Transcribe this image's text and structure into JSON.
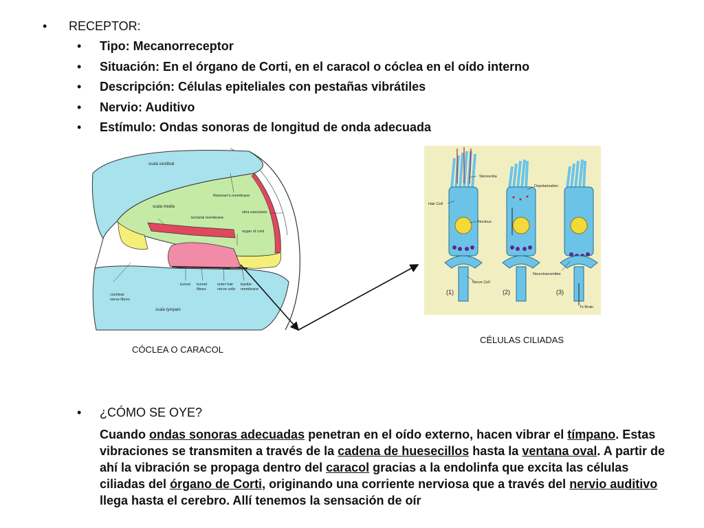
{
  "receptor": {
    "bullet": "•",
    "label": "RECEPTOR:"
  },
  "details": [
    {
      "bullet": "•",
      "text": "Tipo: Mecanorreceptor"
    },
    {
      "bullet": "•",
      "text": "Situación: En el órgano de Corti, en el caracol o cóclea en el oído interno"
    },
    {
      "bullet": "•",
      "text": "Descripción: Células epiteliales con pestañas vibrátiles"
    },
    {
      "bullet": "•",
      "text": "Nervio: Auditivo"
    },
    {
      "bullet": "•",
      "text": "Estímulo: Ondas sonoras de longitud de onda adecuada"
    }
  ],
  "cochlea_figure": {
    "caption": "CÓCLEA O CARACOL",
    "labels": {
      "scala_vestibuli": "scala vestibuli",
      "reissners_membrane": "Reissner's membrane",
      "scala_media": "scala media",
      "stria_vascularis": "stria vascularis",
      "tectorial_membrane": "tectorial membrane",
      "organ_of_corti": "organ of corti",
      "tunnel": "tunnel",
      "tunnel_fibres_1": "tunnel",
      "tunnel_fibres_2": "fibres",
      "outer_hair_1": "outer hair",
      "outer_hair_2": "nerve cells",
      "basilar_1": "basilar",
      "basilar_2": "membrane",
      "cochlear_1": "cochlear",
      "cochlear_2": "nerve fibres",
      "scala_tympani": "scala tympani"
    },
    "colors": {
      "cyan": "#a8e2ec",
      "green": "#c5eaa6",
      "pink": "#f28ba8",
      "red": "#e0485e",
      "yellow": "#f5ef7a"
    }
  },
  "hair_cells_figure": {
    "caption": "CÉLULAS CILIADAS",
    "labels": {
      "stereocilia": "Stereocilia",
      "depolarization": "Depolarization",
      "hair_cell": "Hair Cell",
      "nucleus": "Nucleus",
      "nerve_cell": "Nerve Cell",
      "neurotransmitter": "Neurotransmitter",
      "to_brain": "To Brain",
      "n1": "(1)",
      "n2": "(2)",
      "n3": "(3)"
    },
    "colors": {
      "background": "#f1efc2",
      "cell": "#6cc3e8",
      "nucleus": "#f3d93a",
      "vesicle": "#5a2a86",
      "stimulus": "#b81e2e"
    }
  },
  "how": {
    "bullet": "•",
    "question": "¿CÓMO SE OYE?"
  },
  "paragraph": {
    "p1": "Cuando ",
    "u1": "ondas sonoras adecuadas",
    "p2": " penetran en el oído externo, hacen  vibrar el ",
    "u2": "tímpano",
    "p3": ". Estas vibraciones se transmiten a través de la ",
    "u3": "cadena de huesecillos",
    "p4": " hasta la ",
    "u4": "ventana  oval",
    "p5": ". A partir de ahí la vibración se propaga dentro del ",
    "u5": "caracol",
    "p6": " gracias a la endolinfa que excita las células ciliadas del ",
    "u6": "órgano de Corti",
    "p7": ", originando una corriente nerviosa que a través del ",
    "u7": "nervio auditivo",
    "p8": " llega hasta el cerebro. Allí tenemos la sensación de oír"
  }
}
